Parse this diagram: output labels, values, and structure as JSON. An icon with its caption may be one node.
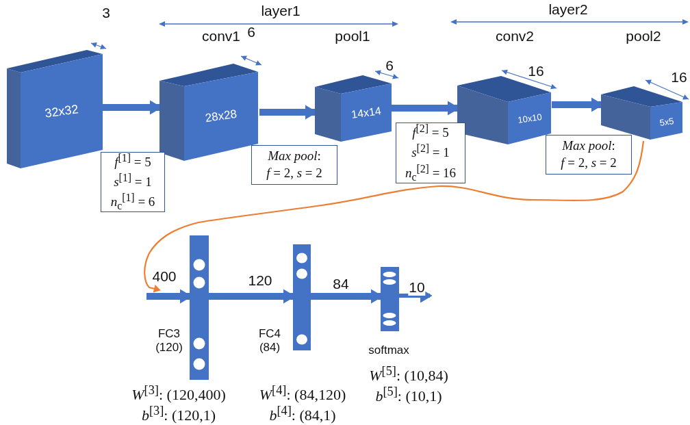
{
  "diagram": {
    "nodes": [
      {
        "text": [
          "32x32"
        ],
        "beside": [
          "3"
        ]
      },
      {
        "text": [
          "28x28"
        ],
        "beside": [
          "conv1",
          "6"
        ]
      },
      {
        "text": [
          "14x14"
        ],
        "beside": [
          "pool1",
          "6"
        ]
      },
      {
        "text": [
          "10x10"
        ],
        "beside": [
          "conv2",
          "16"
        ]
      },
      {
        "text": [
          "5x5"
        ],
        "beside": [
          "pool2",
          "16"
        ]
      },
      {
        "text": [
          "*f*$^{[1]}$ = 5",
          "*s*$^{[1]}$ = 1",
          "*n*$_{c}$$^{[1]}$ = 6"
        ]
      },
      {
        "text": [
          "*Max pool*:",
          "*f* = 2, *s* = 2"
        ]
      },
      {
        "text": [
          "*f*$^{[2]}$ = 5",
          "*s*$^{[2]}$ = 1",
          "*n*$_{c}$$^{[2]}$ = 16"
        ]
      },
      {
        "text": [
          "*Max pool*:",
          "*f* = 2, *s* = 2"
        ]
      },
      {
        "text": [],
        "shape": "bar",
        "beside": [
          "FC3 (120)",
          "*W*$^{[3]}$: (120,400)",
          "*b*$^{[3]}$: (120,1)"
        ]
      },
      {
        "text": [],
        "shape": "bar",
        "beside": [
          "FC4 (84)",
          "*W*$^{[4]}$: (84,120)",
          "*b*$^{[4]}$: (84,1)"
        ]
      },
      {
        "text": [],
        "shape": "bar",
        "beside": [
          "softmax",
          "*W*$^{[5]}$: (10,84)",
          "*b*$^{[5]}$: (10,1)"
        ]
      }
    ],
    "edges": [
      {
        "from": 0,
        "to": 1,
        "arrow": "to"
      },
      {
        "from": 1,
        "to": 2,
        "arrow": "to"
      },
      {
        "from": 2,
        "to": 3,
        "arrow": "to"
      },
      {
        "from": 3,
        "to": 4,
        "arrow": "to"
      },
      {
        "from": 4,
        "to": null,
        "arrow": "to",
        "color": "#ed7d31"
      },
      {
        "from": null,
        "to": 9,
        "arrow": "to",
        "label": "400"
      },
      {
        "from": 9,
        "to": 10,
        "arrow": "to",
        "label": "120"
      },
      {
        "from": 10,
        "to": 11,
        "arrow": "to",
        "label": "84"
      },
      {
        "from": 11,
        "to": null,
        "arrow": "to",
        "label": "10"
      }
    ],
    "labels": [
      "layer1",
      "layer2"
    ]
  }
}
